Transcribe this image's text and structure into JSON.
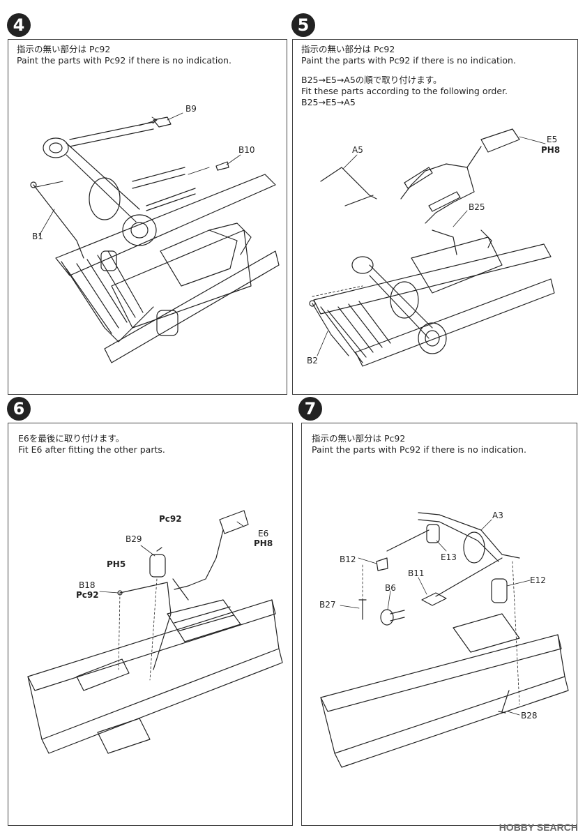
{
  "steps": [
    {
      "number": "4",
      "instructions": [
        "指示の無い部分は Pc92",
        "Paint the parts with Pc92 if there is no indication."
      ],
      "labels": [
        "B9",
        "B10",
        "B1"
      ]
    },
    {
      "number": "5",
      "instructions": [
        "指示の無い部分は Pc92",
        "Paint the parts with Pc92 if there is no indication.",
        "B25→E5→A5の順で取り付けます。",
        "Fit these parts according to the following order.",
        "B25→E5→A5"
      ],
      "labels": [
        "E5",
        "A5",
        "B25",
        "B2"
      ],
      "paint_e5": "PH8"
    },
    {
      "number": "6",
      "instructions": [
        "E6を最後に取り付けます。",
        "Fit E6 after fitting the other parts."
      ],
      "labels": [
        "E6",
        "B29",
        "B18"
      ],
      "paint_e6": "PH8",
      "paint_b29_top": "Pc92",
      "paint_b29_side": "PH5",
      "paint_b18": "Pc92"
    },
    {
      "number": "7",
      "instructions": [
        "指示の無い部分は Pc92",
        "Paint the parts with Pc92 if there is no indication."
      ],
      "labels": [
        "A3",
        "B12",
        "E13",
        "B11",
        "E12",
        "B6",
        "B27",
        "B28"
      ]
    }
  ],
  "watermark": "HOBBY SEARCH"
}
